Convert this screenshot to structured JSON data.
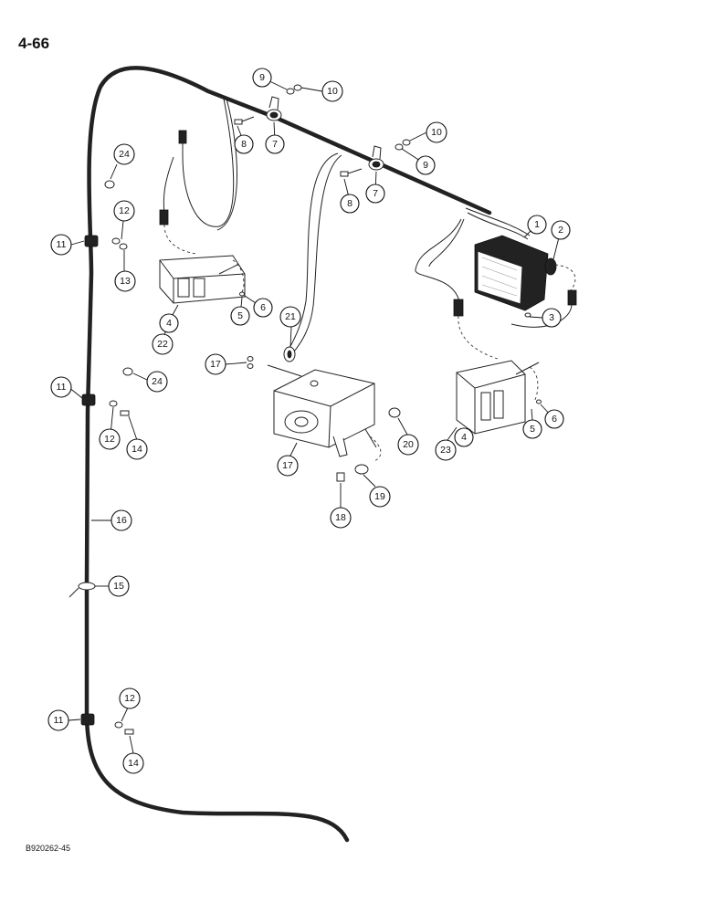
{
  "page_number": "4-66",
  "drawing_code": "B920262-45",
  "callouts": [
    {
      "label": "1"
    },
    {
      "label": "2"
    },
    {
      "label": "3"
    },
    {
      "label": "4"
    },
    {
      "label": "4"
    },
    {
      "label": "5"
    },
    {
      "label": "5"
    },
    {
      "label": "6"
    },
    {
      "label": "6"
    },
    {
      "label": "7"
    },
    {
      "label": "7"
    },
    {
      "label": "8"
    },
    {
      "label": "8"
    },
    {
      "label": "9"
    },
    {
      "label": "9"
    },
    {
      "label": "10"
    },
    {
      "label": "10"
    },
    {
      "label": "11"
    },
    {
      "label": "11"
    },
    {
      "label": "11"
    },
    {
      "label": "12"
    },
    {
      "label": "12"
    },
    {
      "label": "12"
    },
    {
      "label": "13"
    },
    {
      "label": "14"
    },
    {
      "label": "14"
    },
    {
      "label": "15"
    },
    {
      "label": "16"
    },
    {
      "label": "17"
    },
    {
      "label": "17"
    },
    {
      "label": "18"
    },
    {
      "label": "19"
    },
    {
      "label": "20"
    },
    {
      "label": "21"
    },
    {
      "label": "22"
    },
    {
      "label": "23"
    },
    {
      "label": "24"
    },
    {
      "label": "24"
    }
  ]
}
